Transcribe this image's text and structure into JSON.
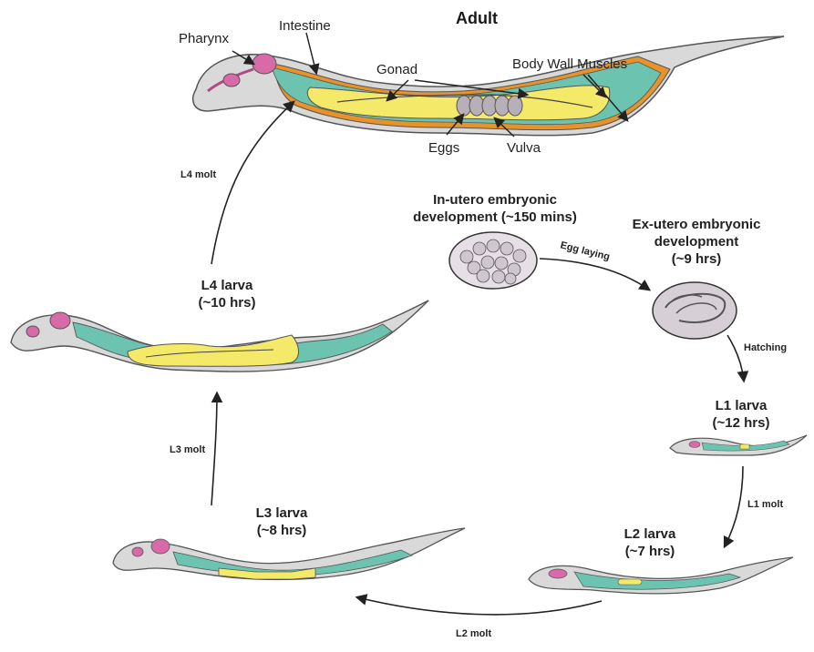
{
  "title": "Adult",
  "anatomy": {
    "pharynx": "Pharynx",
    "intestine": "Intestine",
    "gonad": "Gonad",
    "body_wall_muscles": "Body Wall Muscles",
    "eggs": "Eggs",
    "vulva": "Vulva"
  },
  "stages": {
    "in_utero": {
      "line1": "In-utero embryonic",
      "line2": "development (~150 mins)"
    },
    "ex_utero": {
      "line1": "Ex-utero embryonic",
      "line2": "development",
      "line3": "(~9 hrs)"
    },
    "l1": {
      "name": "L1 larva",
      "time": "(~12 hrs)"
    },
    "l2": {
      "name": "L2 larva",
      "time": "(~7 hrs)"
    },
    "l3": {
      "name": "L3 larva",
      "time": "(~8 hrs)"
    },
    "l4": {
      "name": "L4 larva",
      "time": "(~10 hrs)"
    }
  },
  "transitions": {
    "egg_laying": "Egg laying",
    "hatching": "Hatching",
    "l1_molt": "L1 molt",
    "l2_molt": "L2 molt",
    "l3_molt": "L3 molt",
    "l4_molt": "L4 molt"
  },
  "colors": {
    "cuticle": "#d9d9d9",
    "outline": "#555555",
    "pharynx": "#d96aa8",
    "intestine": "#6cc4b0",
    "gonad": "#f5e96a",
    "muscle": "#e8932a",
    "egg": "#b8b0b8"
  }
}
